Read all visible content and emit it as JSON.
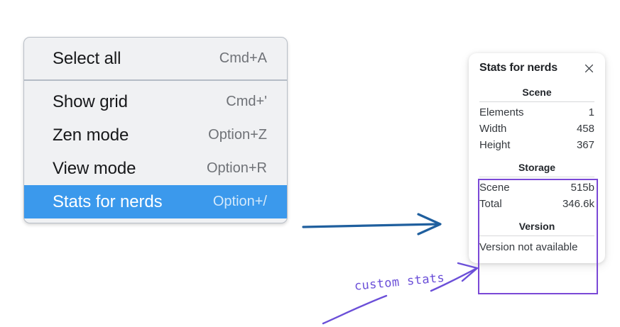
{
  "menu": {
    "groups": [
      {
        "items": [
          {
            "label": "Select all",
            "shortcut": "Cmd+A",
            "selected": false
          }
        ]
      },
      {
        "items": [
          {
            "label": "Show grid",
            "shortcut": "Cmd+'",
            "selected": false
          },
          {
            "label": "Zen mode",
            "shortcut": "Option+Z",
            "selected": false
          },
          {
            "label": "View mode",
            "shortcut": "Option+R",
            "selected": false
          },
          {
            "label": "Stats for nerds",
            "shortcut": "Option+/",
            "selected": true
          }
        ]
      }
    ]
  },
  "stats_panel": {
    "title": "Stats for nerds",
    "close_icon": "close-icon",
    "sections": [
      {
        "name": "scene",
        "title": "Scene",
        "rows": [
          {
            "label": "Elements",
            "value": "1"
          },
          {
            "label": "Width",
            "value": "458"
          },
          {
            "label": "Height",
            "value": "367"
          }
        ]
      },
      {
        "name": "storage",
        "title": "Storage",
        "rows": [
          {
            "label": "Scene",
            "value": "515b"
          },
          {
            "label": "Total",
            "value": "346.6k"
          }
        ]
      },
      {
        "name": "version",
        "title": "Version",
        "text": "Version not available"
      }
    ]
  },
  "annotations": {
    "custom_stats_label": "custom stats",
    "arrow_color_blue": "#1f5f9e",
    "arrow_color_purple": "#6b4fd8",
    "outline_color": "#7a48d6"
  },
  "colors": {
    "menu_background": "#f0f1f3",
    "menu_border": "#b9bfc7",
    "menu_selected": "#3b99ec",
    "panel_background": "#ffffff",
    "text_primary": "#17181a",
    "text_secondary": "#6f7277"
  }
}
